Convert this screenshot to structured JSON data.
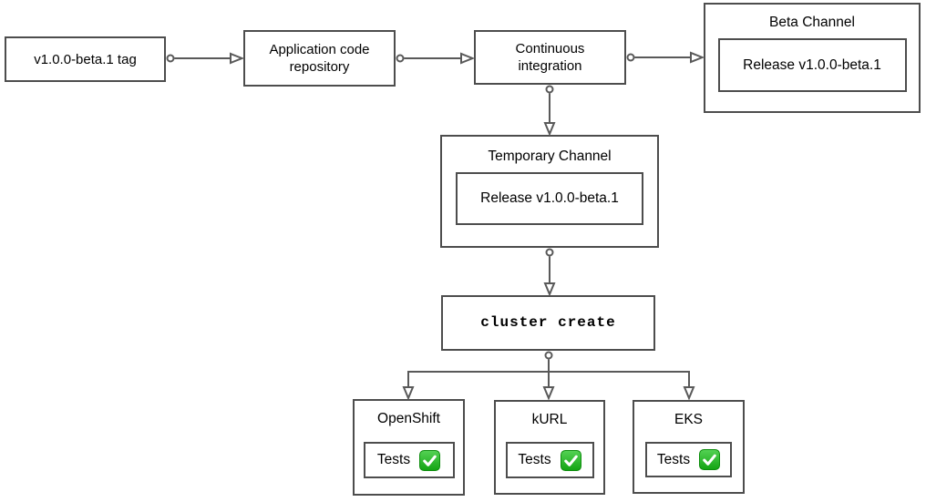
{
  "diagram": {
    "type": "release-pipeline-flowchart",
    "colors": {
      "background": "#ffffff",
      "box_border": "#4d4d4d",
      "connector": "#595959",
      "text": "#000000",
      "check_green_top": "#55d355",
      "check_green_bottom": "#12a312"
    },
    "nodes": {
      "tag": {
        "label": "v1.0.0-beta.1 tag"
      },
      "repo": {
        "label": "Application code repository"
      },
      "ci": {
        "label": "Continuous integration"
      },
      "beta_channel": {
        "title": "Beta Channel",
        "release_label": "Release v1.0.0-beta.1"
      },
      "temporary_channel": {
        "title": "Temporary Channel",
        "release_label": "Release v1.0.0-beta.1"
      },
      "cluster_create": {
        "label": "cluster create"
      },
      "clusters": [
        {
          "title": "OpenShift",
          "tests_label": "Tests",
          "status_icon": "check-mark-button"
        },
        {
          "title": "kURL",
          "tests_label": "Tests",
          "status_icon": "check-mark-button"
        },
        {
          "title": "EKS",
          "tests_label": "Tests",
          "status_icon": "check-mark-button"
        }
      ]
    }
  }
}
